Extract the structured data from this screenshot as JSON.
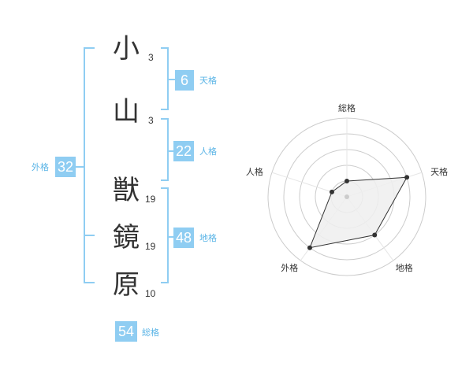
{
  "name": {
    "characters": [
      {
        "char": "小",
        "strokes": "3"
      },
      {
        "char": "山",
        "strokes": "3"
      },
      {
        "char": "獣",
        "strokes": "19"
      },
      {
        "char": "鏡",
        "strokes": "19"
      },
      {
        "char": "原",
        "strokes": "10"
      }
    ]
  },
  "kakusu": {
    "tenkaku": {
      "value": "6",
      "label": "天格"
    },
    "jinkaku": {
      "value": "22",
      "label": "人格"
    },
    "chikaku": {
      "value": "48",
      "label": "地格"
    },
    "gaikaku": {
      "value": "32",
      "label": "外格"
    },
    "soukaku": {
      "value": "54",
      "label": "総格"
    }
  },
  "radar": {
    "axes": [
      "総格",
      "天格",
      "地格",
      "外格",
      "人格"
    ],
    "values": [
      0.2,
      0.8,
      0.6,
      0.8,
      0.2
    ],
    "levels": 5
  },
  "colors": {
    "accent": "#8fcdf2",
    "label_text": "#5ab4e6",
    "grid": "#cccccc",
    "fill": "#eeeeee",
    "stroke": "#333333"
  }
}
